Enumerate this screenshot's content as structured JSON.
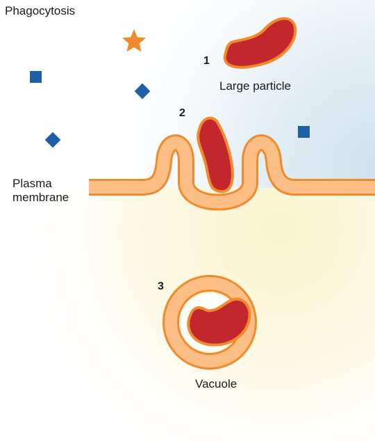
{
  "title": "Phagocytosis",
  "labels": {
    "large_particle": "Large particle",
    "plasma_membrane_line1": "Plasma",
    "plasma_membrane_line2": "membrane",
    "vacuole": "Vacuole"
  },
  "steps": [
    "1",
    "2",
    "3"
  ],
  "colors": {
    "membrane_fill": "#fbbf86",
    "membrane_stroke": "#f08a2c",
    "particle_fill": "#c1272d",
    "particle_stroke": "#f08a2c",
    "small_molecule": "#1f5fa8",
    "star": "#f08a2c",
    "outside_tint": "#cfe2ee",
    "inside_tint": "#fbf4cf"
  },
  "icons": [
    "star-icon",
    "square-icon",
    "diamond-icon"
  ]
}
